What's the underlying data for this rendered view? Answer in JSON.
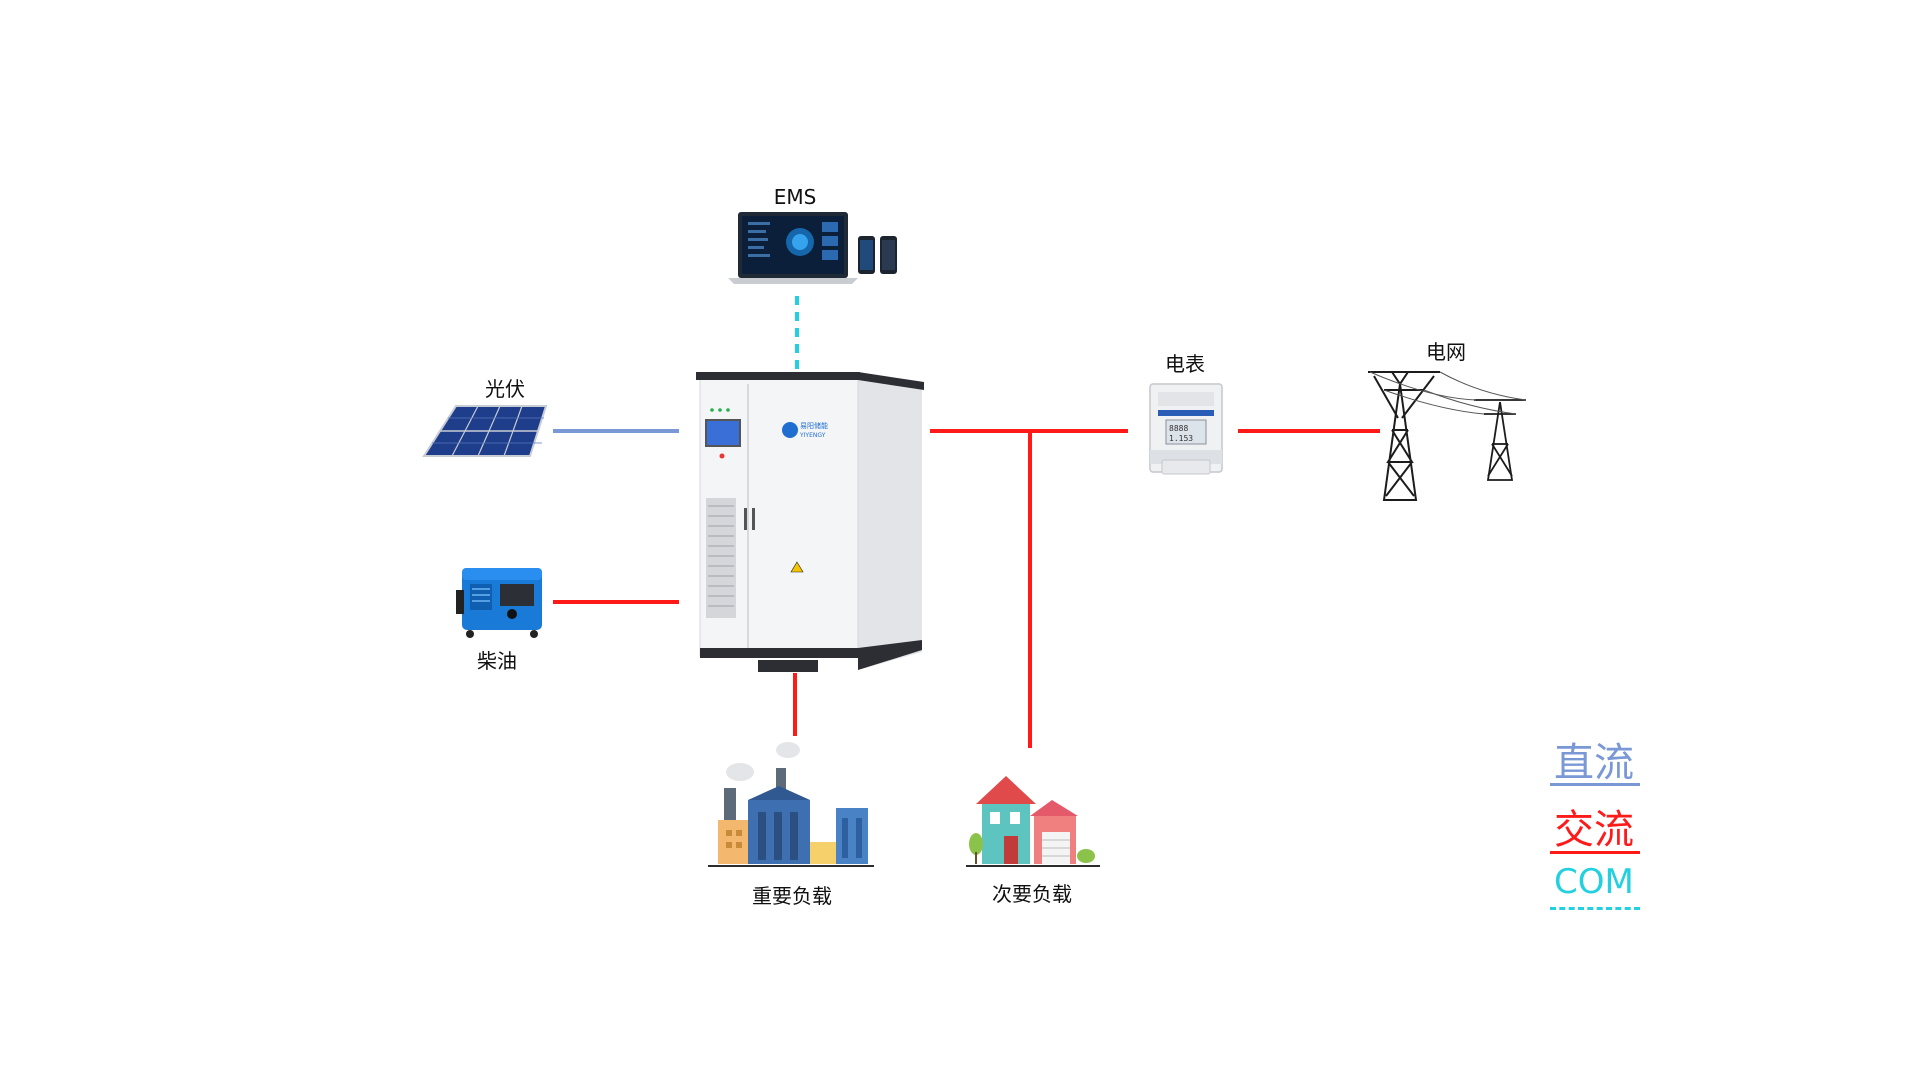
{
  "labels": {
    "ems": "EMS",
    "pv": "光伏",
    "diesel": "柴油",
    "meter": "电表",
    "grid": "电网",
    "critical_load": "重要负载",
    "secondary_load": "次要负载"
  },
  "cabinet": {
    "brand_cn": "易阳储能",
    "brand_en": "YIYENGY"
  },
  "meter_display": "8888\n1.153",
  "legend": [
    {
      "label": "直流",
      "color": "#7a98d6",
      "style": "solid"
    },
    {
      "label": "交流",
      "color": "#ff1a1a",
      "style": "solid"
    },
    {
      "label": "COM",
      "color": "#22d0e0",
      "style": "dashed"
    }
  ],
  "colors": {
    "dc": "#7a98d6",
    "ac": "#ff1a1a",
    "com": "#22d0e0"
  }
}
